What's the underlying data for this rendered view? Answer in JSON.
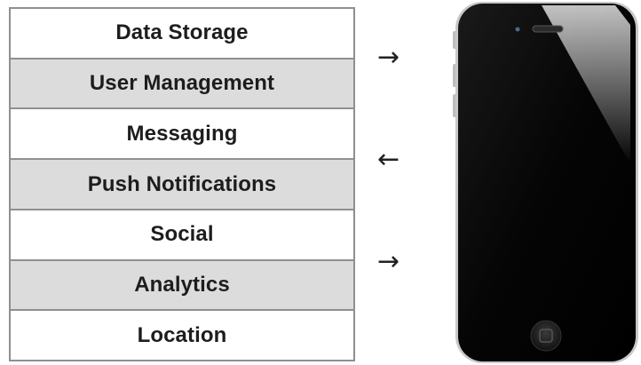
{
  "stack": {
    "items": [
      {
        "label": "Data Storage",
        "shade": "white"
      },
      {
        "label": "User Management",
        "shade": "gray"
      },
      {
        "label": "Messaging",
        "shade": "white"
      },
      {
        "label": "Push Notifications",
        "shade": "gray"
      },
      {
        "label": "Social",
        "shade": "white"
      },
      {
        "label": "Analytics",
        "shade": "gray"
      },
      {
        "label": "Location",
        "shade": "white"
      }
    ]
  },
  "arrows": {
    "first": "→",
    "second": "←",
    "third": "→"
  },
  "phone": {
    "icon": "smartphone-icon",
    "body_color": "#000000",
    "frame_color": "#c8c8c8"
  }
}
